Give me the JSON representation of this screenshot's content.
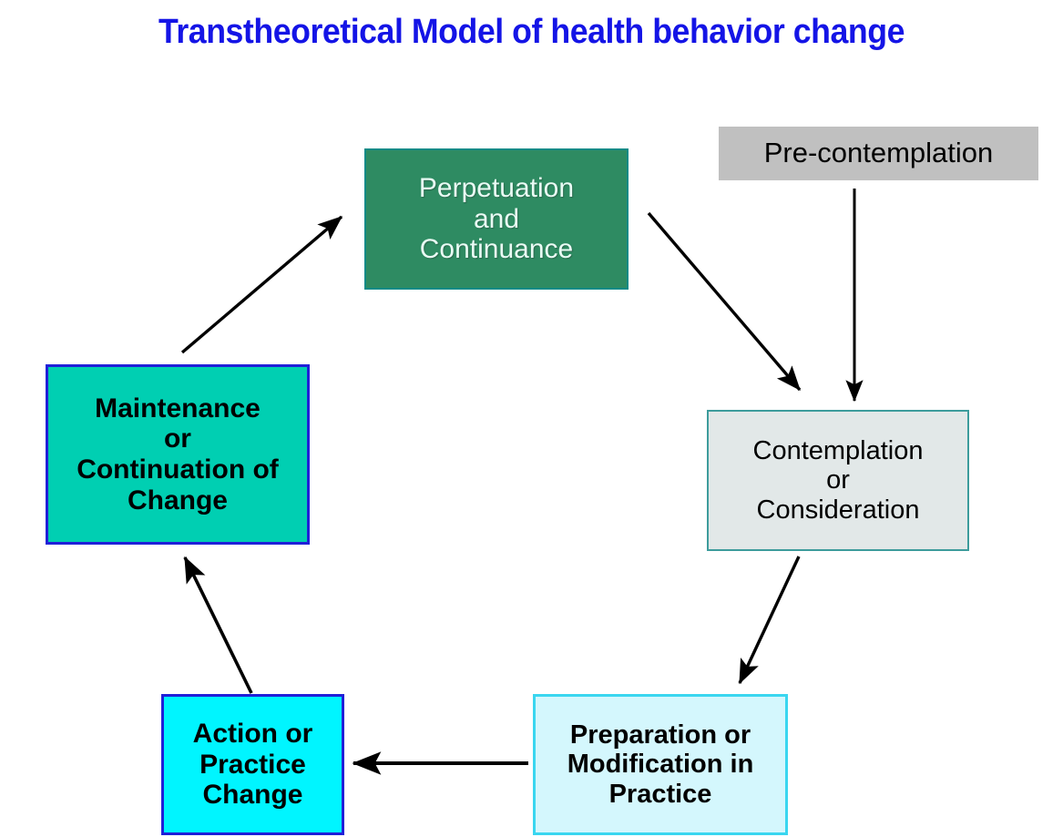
{
  "page": {
    "title": "Transtheoretical Model of health behavior change",
    "background_color": "#ffffff",
    "title_color": "#1414e6"
  },
  "diagram": {
    "type": "cycle-flow",
    "nodes": [
      {
        "id": "precontemplation",
        "label": "Pre-contemplation",
        "fill": "#c0c0c0",
        "border": "#c0c0c0",
        "text_color": "#000000"
      },
      {
        "id": "contemplation",
        "label": "Contemplation\nor\nConsideration",
        "fill": "#e2e8e8",
        "border": "#3d9c9c",
        "text_color": "#000000"
      },
      {
        "id": "preparation",
        "label": "Preparation or\nModification in\nPractice",
        "fill": "#d4f7fd",
        "border": "#3ad6f0",
        "text_color": "#000000"
      },
      {
        "id": "action",
        "label": "Action or\nPractice\nChange",
        "fill": "#00f5ff",
        "border": "#2020d8",
        "text_color": "#000000"
      },
      {
        "id": "maintenance",
        "label": "Maintenance\nor\nContinuation of\nChange",
        "fill": "#00cfb2",
        "border": "#2020d8",
        "text_color": "#000000"
      },
      {
        "id": "perpetuation",
        "label": "Perpetuation\nand\nContinuance",
        "fill": "#2e8b62",
        "border": "#138a86",
        "text_color": "#e9fbf4"
      }
    ],
    "edges": [
      {
        "id": "precontemplation-to-contemplation",
        "from": "precontemplation",
        "to": "contemplation",
        "color": "#000000"
      },
      {
        "id": "perpetuation-to-contemplation",
        "from": "perpetuation",
        "to": "contemplation",
        "color": "#000000"
      },
      {
        "id": "contemplation-to-preparation",
        "from": "contemplation",
        "to": "preparation",
        "color": "#000000"
      },
      {
        "id": "preparation-to-action",
        "from": "preparation",
        "to": "action",
        "color": "#000000"
      },
      {
        "id": "action-to-maintenance",
        "from": "action",
        "to": "maintenance",
        "color": "#000000"
      },
      {
        "id": "maintenance-to-perpetuation",
        "from": "maintenance",
        "to": "perpetuation",
        "color": "#000000"
      }
    ]
  }
}
